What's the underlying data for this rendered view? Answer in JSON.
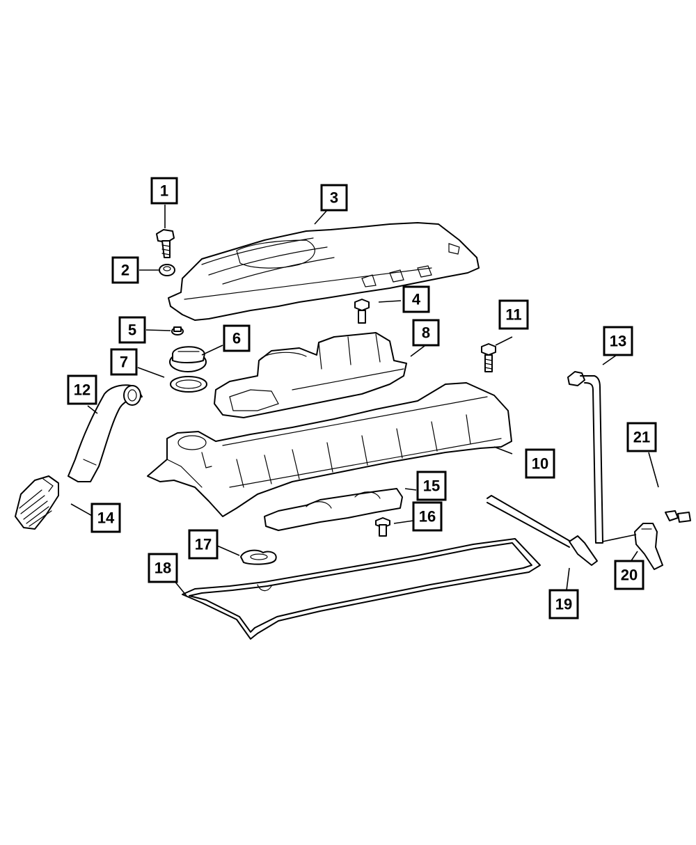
{
  "callouts": [
    {
      "id": "c1",
      "label": "1"
    },
    {
      "id": "c2",
      "label": "2"
    },
    {
      "id": "c3",
      "label": "3"
    },
    {
      "id": "c4",
      "label": "4"
    },
    {
      "id": "c5",
      "label": "5"
    },
    {
      "id": "c6",
      "label": "6"
    },
    {
      "id": "c7",
      "label": "7"
    },
    {
      "id": "c8",
      "label": "8"
    },
    {
      "id": "c10",
      "label": "10"
    },
    {
      "id": "c11",
      "label": "11"
    },
    {
      "id": "c12",
      "label": "12"
    },
    {
      "id": "c13",
      "label": "13"
    },
    {
      "id": "c14",
      "label": "14"
    },
    {
      "id": "c15",
      "label": "15"
    },
    {
      "id": "c16",
      "label": "16"
    },
    {
      "id": "c17",
      "label": "17"
    },
    {
      "id": "c18",
      "label": "18"
    },
    {
      "id": "c19",
      "label": "19"
    },
    {
      "id": "c20",
      "label": "20"
    },
    {
      "id": "c21",
      "label": "21"
    }
  ]
}
